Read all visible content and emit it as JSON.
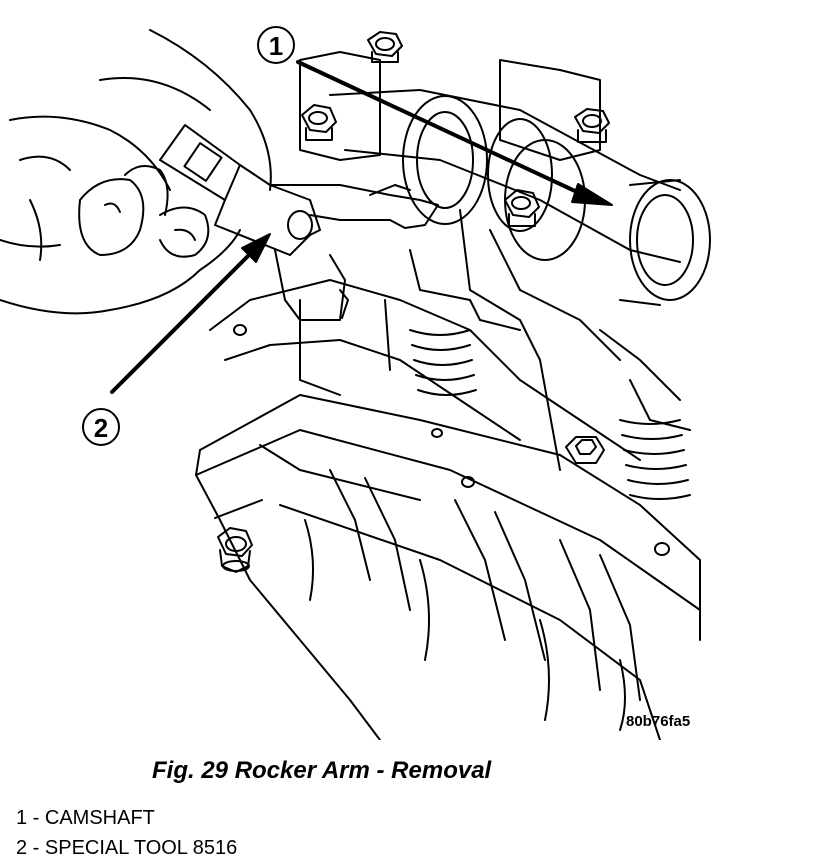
{
  "figure": {
    "caption": "Fig. 29 Rocker Arm - Removal",
    "reference_code": "80b76fa5",
    "callouts": [
      {
        "number": "1"
      },
      {
        "number": "2"
      }
    ]
  },
  "legend": {
    "items": [
      {
        "text": "1 - CAMSHAFT"
      },
      {
        "text": "2 - SPECIAL TOOL 8516"
      }
    ]
  },
  "colors": {
    "line": "#000000",
    "background": "#ffffff"
  }
}
